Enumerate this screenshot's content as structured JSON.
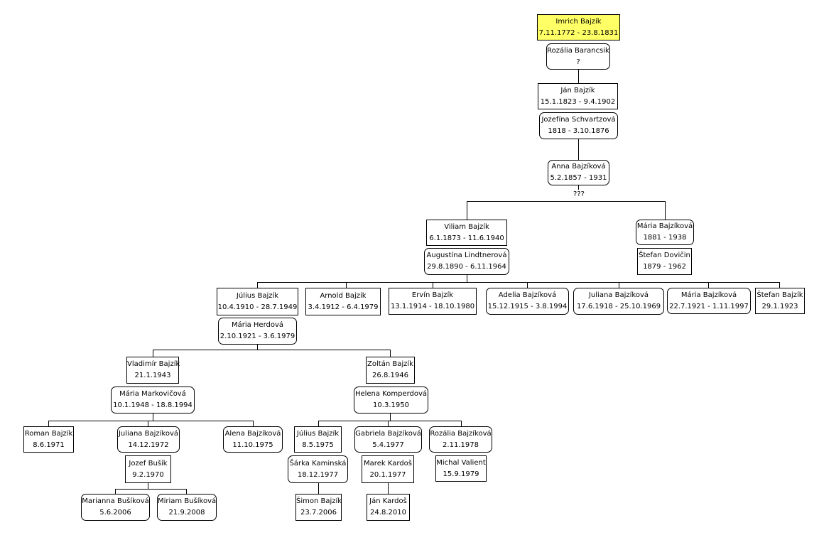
{
  "colors": {
    "line": "#000000",
    "highlight": "#ffff66",
    "box_bg": "#ffffff"
  },
  "people": {
    "imrich": {
      "name": "Imrich Bajzík",
      "dates": "7.11.1772 - 23.8.1831"
    },
    "rozalia_b": {
      "name": "Rozália Barancsik",
      "dates": "?"
    },
    "jan": {
      "name": "Ján Bajzík",
      "dates": "15.1.1823 - 9.4.1902"
    },
    "jozefina": {
      "name": "Jozefína Schvartzová",
      "dates": "1818 - 3.10.1876"
    },
    "anna": {
      "name": "Anna Bajzíková",
      "dates": "5.2.1857 - 1931"
    },
    "viliam": {
      "name": "Viliam Bajzík",
      "dates": "6.1.1873 - 11.6.1940"
    },
    "augustina": {
      "name": "Augustína Lindtnerová",
      "dates": "29.8.1890 - 6.11.1964"
    },
    "maria_1881": {
      "name": "Mária Bajzíková",
      "dates": "1881 - 1938"
    },
    "stefan_dovicin": {
      "name": "Štefan Dovičin",
      "dates": "1879 - 1962"
    },
    "julius_1910": {
      "name": "Július Bajzík",
      "dates": "10.4.1910 - 28.7.1949"
    },
    "maria_herdova": {
      "name": "Mária Herdová",
      "dates": "2.10.1921 - 3.6.1979"
    },
    "arnold": {
      "name": "Arnold Bajzík",
      "dates": "3.4.1912 - 6.4.1979"
    },
    "ervin": {
      "name": "Ervín Bajzík",
      "dates": "13.1.1914 - 18.10.1980"
    },
    "adelia": {
      "name": "Adelia Bajzíková",
      "dates": "15.12.1915 - 3.8.1994"
    },
    "juliana_1918": {
      "name": "Juliana Bajzíková",
      "dates": "17.6.1918 - 25.10.1969"
    },
    "maria_1921": {
      "name": "Mária Bajzíková",
      "dates": "22.7.1921 - 1.11.1997"
    },
    "stefan_1923": {
      "name": "Štefan Bajzík",
      "dates": "29.1.1923"
    },
    "vladimir": {
      "name": "Vladimír Bajzík",
      "dates": "21.1.1943"
    },
    "maria_markovic": {
      "name": "Mária Markovičová",
      "dates": "10.1.1948 - 18.8.1994"
    },
    "zoltan": {
      "name": "Zoltán Bajzík",
      "dates": "26.8.1946"
    },
    "helena": {
      "name": "Helena Komperdová",
      "dates": "10.3.1950"
    },
    "roman": {
      "name": "Roman Bajzík",
      "dates": "8.6.1971"
    },
    "juliana_1972": {
      "name": "Juliana Bajzíková",
      "dates": "14.12.1972"
    },
    "jozef_busik": {
      "name": "Jozef Bušík",
      "dates": "9.2.1970"
    },
    "alena": {
      "name": "Alena Bajzíková",
      "dates": "11.10.1975"
    },
    "marianna": {
      "name": "Marianna Bušíková",
      "dates": "5.6.2006"
    },
    "miriam": {
      "name": "Miriam Bušíková",
      "dates": "21.9.2008"
    },
    "julius_1975": {
      "name": "Július Bajzík",
      "dates": "8.5.1975"
    },
    "sarka": {
      "name": "Šárka Kaminská",
      "dates": "18.12.1977"
    },
    "simon": {
      "name": "Šimon Bajzík",
      "dates": "23.7.2006"
    },
    "gabriela": {
      "name": "Gabriela Bajzíková",
      "dates": "5.4.1977"
    },
    "marek": {
      "name": "Marek Kardoš",
      "dates": "20.1.1977"
    },
    "jan_kardos": {
      "name": "Ján Kardoš",
      "dates": "24.8.2010"
    },
    "rozalia_1978": {
      "name": "Rozália Bajzíková",
      "dates": "2.11.1978"
    },
    "michal": {
      "name": "Michal Valient",
      "dates": "15.9.1979"
    }
  },
  "unknown_spouse_label": "???"
}
